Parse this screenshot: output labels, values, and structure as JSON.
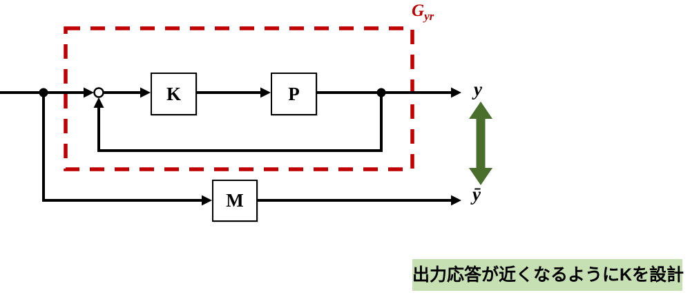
{
  "diagram": {
    "type": "control-block-diagram",
    "region_label": {
      "base": "G",
      "subscript": "yr"
    },
    "blocks": {
      "k": "K",
      "p": "P",
      "m": "M"
    },
    "outputs": {
      "y": "y",
      "y_bar": "ȳ"
    },
    "caption": "出力応答が近くなるようにKを設計",
    "elements": {
      "summing_junction": "open circle where feedback joins input",
      "branch_points": [
        "input pick-off to M path",
        "plant output pick-off to feedback"
      ],
      "compare_arrow": "vertical double-headed arrow between y and ȳ"
    },
    "colors": {
      "line": "#000000",
      "region_border": "#C00000",
      "region_label_text": "#C00000",
      "compare_arrow": "#4A6E2B",
      "caption_background": "#C6E0B4",
      "caption_text": "#000000",
      "background": "#FFFFFF"
    }
  }
}
